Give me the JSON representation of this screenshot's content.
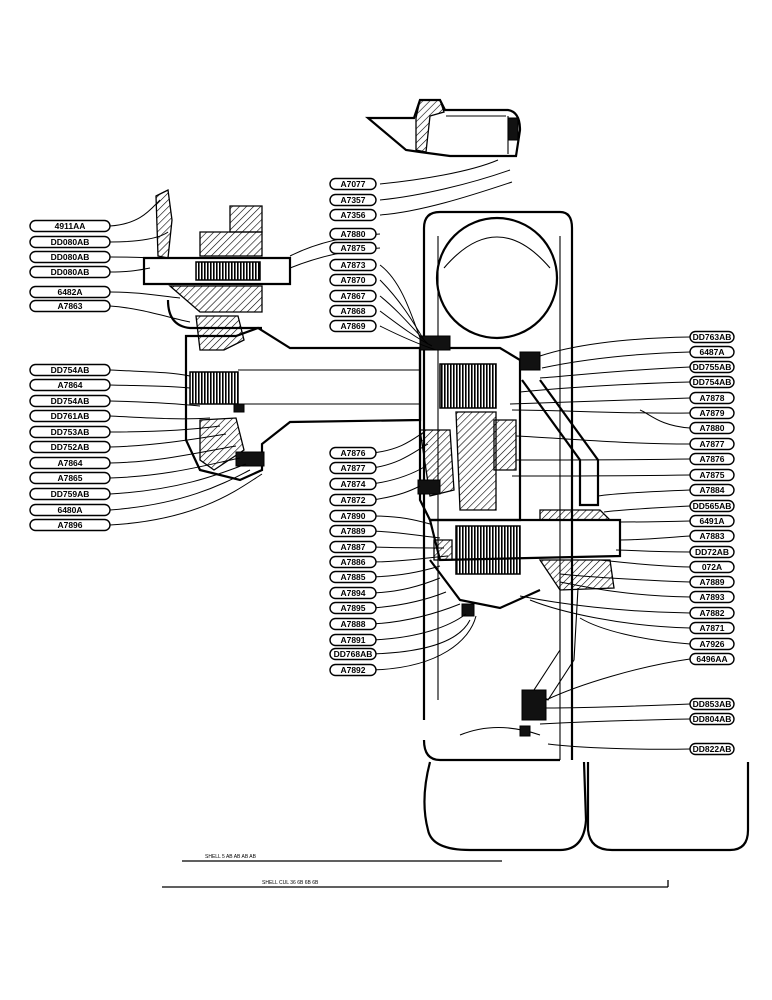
{
  "left_labels": [
    "4911AA",
    "DD080AB",
    "DD080AB",
    "DD080AB",
    "6482A",
    "A7863",
    "DD754AB",
    "A7864",
    "DD754AB",
    "DD761AB",
    "DD753AB",
    "DD752AB",
    "A7864",
    "A7865",
    "DD759AB",
    "6480A",
    "A7896"
  ],
  "center_labels": [
    "A7077",
    "A7357",
    "A7356",
    "A7880",
    "A7875",
    "A7873",
    "A7870",
    "A7867",
    "A7868",
    "A7869",
    "A7876",
    "A7877",
    "A7874",
    "A7872",
    "A7890",
    "A7889",
    "A7887",
    "A7886",
    "A7885",
    "A7894",
    "A7895",
    "A7888",
    "A7891",
    "DD768AB",
    "A7892"
  ],
  "right_labels": [
    "DD763AB",
    "6487A",
    "DD755AB",
    "DD754AB",
    "A7878",
    "A7879",
    "A7880",
    "A7877",
    "A7876",
    "A7875",
    "A7884",
    "DD565AB",
    "6491A",
    "A7883",
    "DD72AB",
    "072A",
    "A7889",
    "A7893",
    "A7882",
    "A7871",
    "A7926",
    "6496AA",
    "DD853AB",
    "DD804AB",
    "DD822AB"
  ],
  "scale_1": "SHELL 5 AB AB AB AB",
  "scale_2": "SHELL CUL 36 6B 6B 6B"
}
